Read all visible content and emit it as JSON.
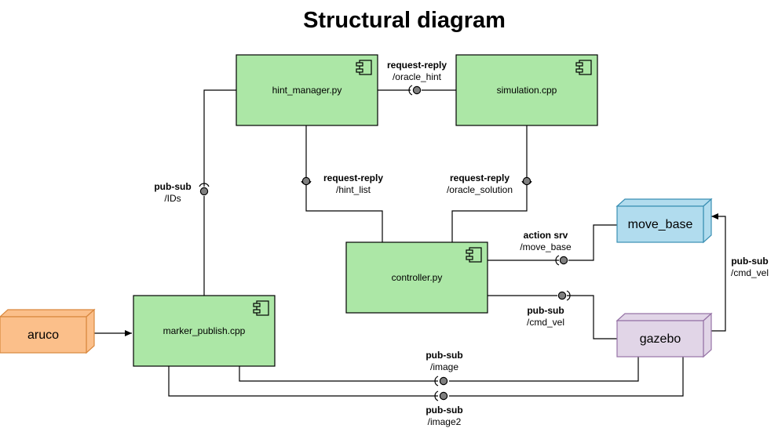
{
  "title": "Structural diagram",
  "colors": {
    "component_fill": "#ace7a6",
    "component_stroke": "#000000",
    "aruco_fill": "#fbbf8a",
    "aruco_stroke": "#d9883e",
    "move_base_fill": "#b1dcee",
    "move_base_stroke": "#3a8fb3",
    "gazebo_fill": "#e1d5e7",
    "gazebo_stroke": "#9673a6",
    "interface_fill": "#808080"
  },
  "components": {
    "hint_manager": "hint_manager.py",
    "simulation": "simulation.cpp",
    "controller": "controller.py",
    "marker_publish": "marker_publish.cpp"
  },
  "nodes": {
    "aruco": "aruco",
    "move_base": "move_base",
    "gazebo": "gazebo"
  },
  "connections": {
    "oracle_hint": {
      "type": "request-reply",
      "topic": "/oracle_hint"
    },
    "hint_list": {
      "type": "request-reply",
      "topic": "/hint_list"
    },
    "oracle_solution": {
      "type": "request-reply",
      "topic": "/oracle_solution"
    },
    "ids": {
      "type": "pub-sub",
      "topic": "/IDs"
    },
    "move_base": {
      "type": "action srv",
      "topic": "/move_base"
    },
    "cmd_vel_controller": {
      "type": "pub-sub",
      "topic": "/cmd_vel"
    },
    "cmd_vel_gazebo": {
      "type": "pub-sub",
      "topic": "/cmd_vel"
    },
    "image": {
      "type": "pub-sub",
      "topic": "/image"
    },
    "image2": {
      "type": "pub-sub",
      "topic": "/image2"
    }
  }
}
